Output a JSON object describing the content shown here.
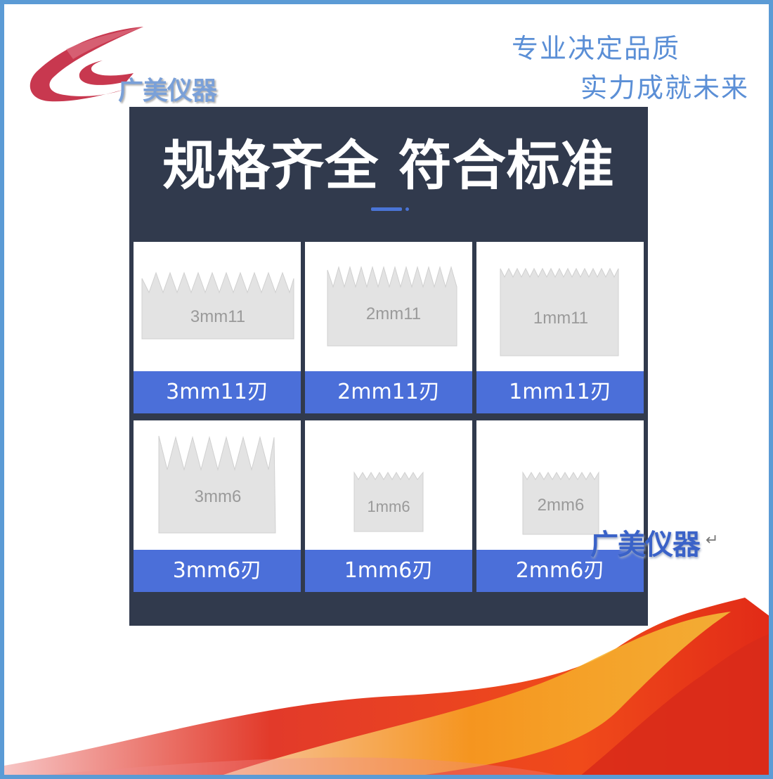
{
  "brand": {
    "name": "广美仪器"
  },
  "slogan": {
    "line1": "专业决定品质",
    "line2": "实力成就未来"
  },
  "panel": {
    "title": "规格齐全 符合标准"
  },
  "products": [
    {
      "blade_text": "3mm11",
      "label": "3mm11刃"
    },
    {
      "blade_text": "2mm11",
      "label": "2mm11刃"
    },
    {
      "blade_text": "1mm11",
      "label": "1mm11刃"
    },
    {
      "blade_text": "3mm6",
      "label": "3mm6刃"
    },
    {
      "blade_text": "1mm6",
      "label": "1mm6刃"
    },
    {
      "blade_text": "2mm6",
      "label": "2mm6刃"
    }
  ],
  "watermark": {
    "text": "广美仪器",
    "mark": "↵"
  },
  "colors": {
    "frame": "#5b9bd5",
    "panel_bg": "#313a4d",
    "label_bg": "#4b6fd9",
    "slogan": "#5b8fd6",
    "logo_red": "#c8384f"
  }
}
